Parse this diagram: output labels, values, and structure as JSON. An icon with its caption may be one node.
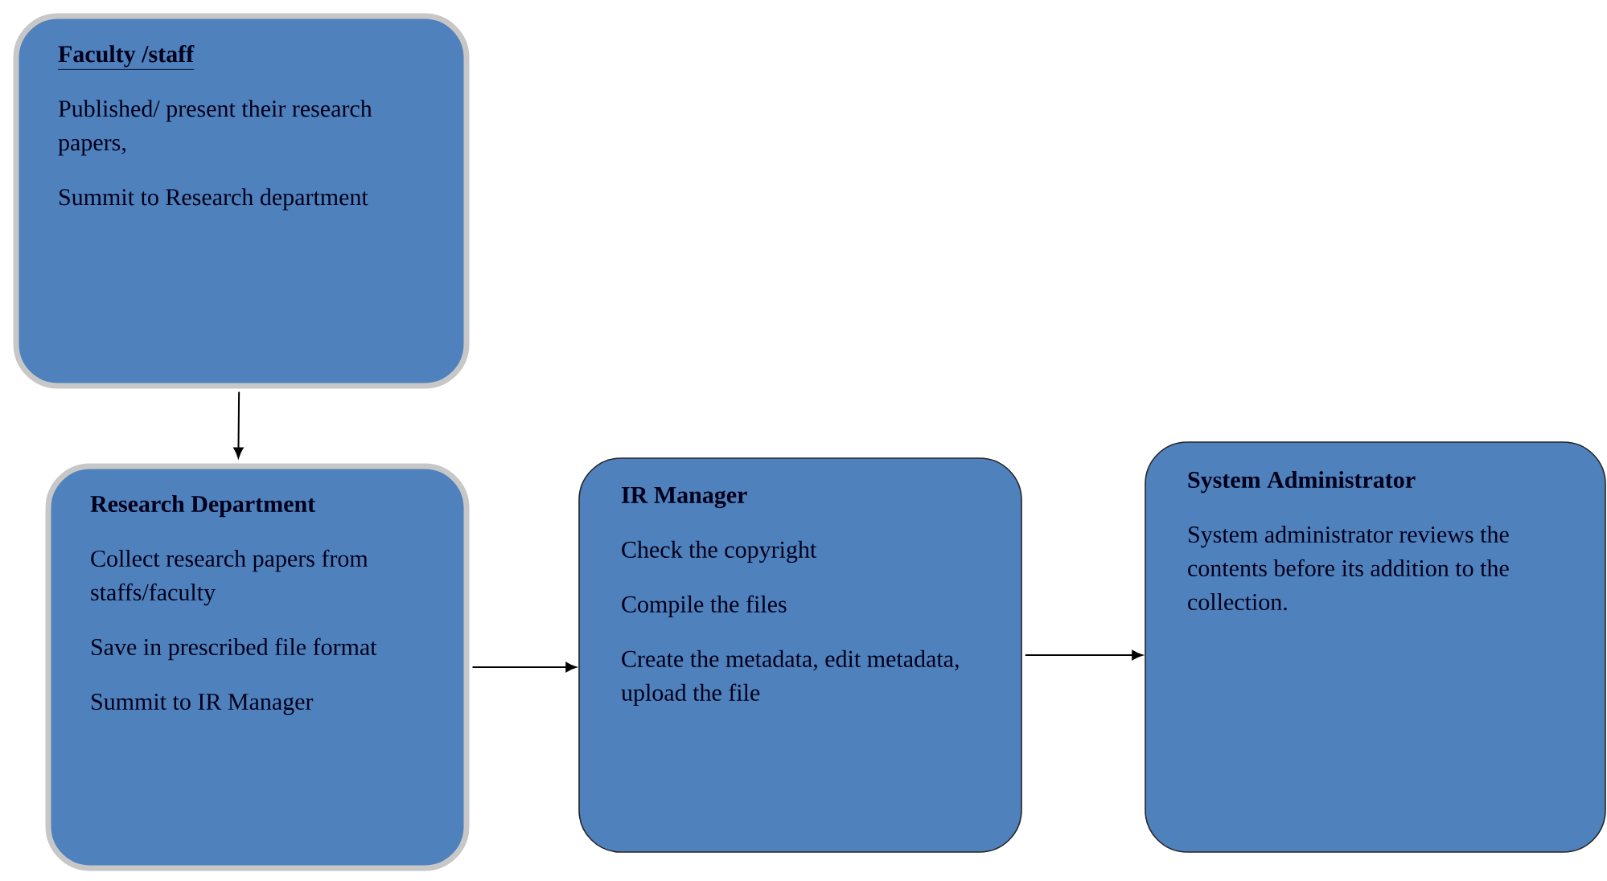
{
  "diagram": {
    "nodes": [
      {
        "text": [
          "Faculty /staff",
          "Published/ present their research papers,",
          "Summit to Research department"
        ]
      },
      {
        "text": [
          "Research Department",
          "Collect research papers from staffs/faculty",
          "Save in prescribed file format",
          "Summit to IR Manager"
        ]
      },
      {
        "text": [
          "IR Manager",
          "Check the copyright",
          "Compile the files",
          "Create the metadata, edit metadata, upload the file"
        ]
      },
      {
        "text": [
          "System Administrator",
          "System administrator reviews the contents before its addition to the collection."
        ]
      }
    ],
    "edges": [
      {
        "from": 0,
        "to": 1,
        "arrow": "to"
      },
      {
        "from": 1,
        "to": 2,
        "arrow": "to"
      },
      {
        "from": 2,
        "to": 3,
        "arrow": "to"
      }
    ]
  }
}
